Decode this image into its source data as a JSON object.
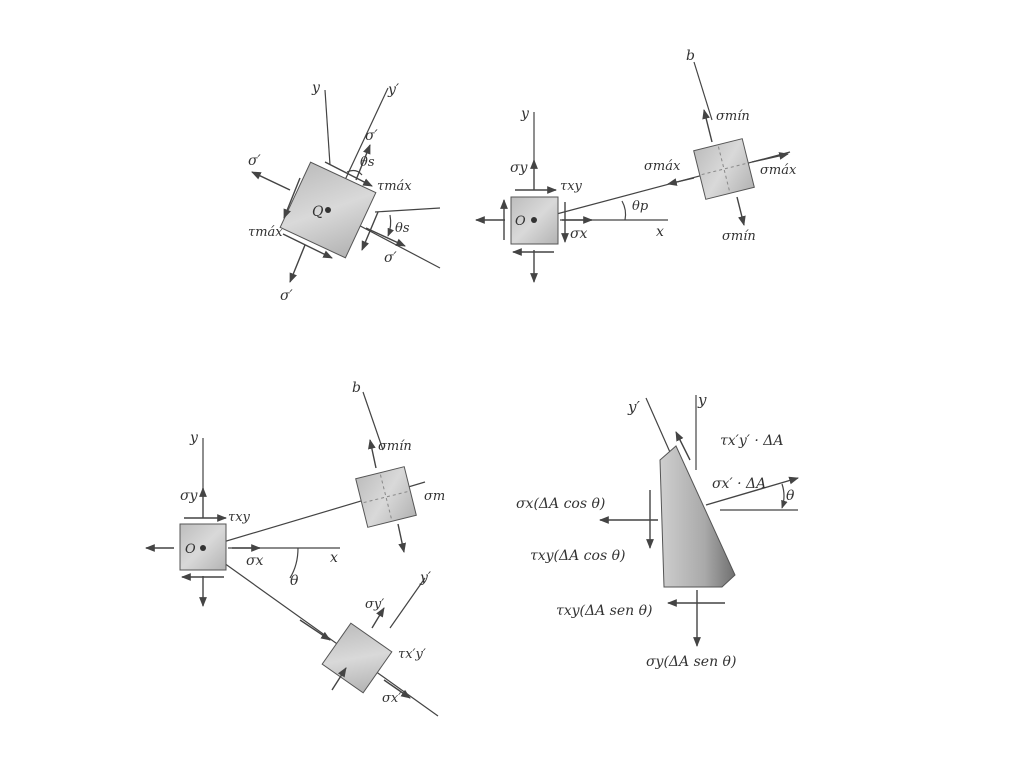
{
  "panel1": {
    "y": "y",
    "y_prime": "y′",
    "theta_s_top": "θs",
    "theta_s_right": "θs",
    "sigma_prime_top": "σ′",
    "sigma_prime_left": "σ′",
    "sigma_prime_right": "σ′",
    "sigma_prime_bottom": "σ′",
    "tau_max_top": "τmáx",
    "tau_max_left": "τmáx",
    "origin": "Q"
  },
  "panel2": {
    "y": "y",
    "x": "x",
    "b": "b",
    "sigma_y": "σy",
    "sigma_x": "σx",
    "tau_xy": "τxy",
    "origin": "O",
    "theta_p": "θp",
    "sigma_min_top": "σmín",
    "sigma_min_bottom": "σmín",
    "sigma_max_left": "σmáx",
    "sigma_max_right": "σmáx"
  },
  "panel3": {
    "y": "y",
    "x": "x",
    "b": "b",
    "y_prime": "y′",
    "sigma_y": "σy",
    "sigma_x": "σx",
    "tau_xy": "τxy",
    "origin": "O",
    "theta": "θ",
    "sigma_min": "σmín",
    "sigma_cut": "σm",
    "sigma_y_prime": "σy′",
    "tau_xpyp": "τx′y′",
    "sigma_x_prime": "σx′"
  },
  "panel4": {
    "y": "y",
    "y_prime": "y′",
    "tau_top": "τx′y′ · ΔA",
    "sigma_xp": "σx′ · ΔA",
    "theta": "θ",
    "sigma_x_force": "σx(ΔA cos θ)",
    "tau_xy_cos": "τxy(ΔA cos θ)",
    "tau_xy_sen": "τxy(ΔA sen θ)",
    "sigma_y_force": "σy(ΔA sen θ)"
  }
}
